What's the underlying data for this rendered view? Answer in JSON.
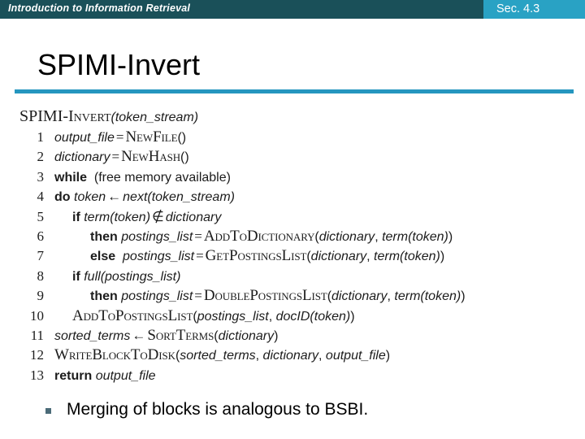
{
  "header": {
    "title": "Introduction to Information Retrieval",
    "section_label": "Sec. 4.3",
    "bar_color": "#1a5059",
    "section_color": "#29a2c4"
  },
  "slide": {
    "title": "SPIMI-Invert",
    "rule_color": "#2596bf"
  },
  "pseudocode": {
    "signature_name": "SPIMI-Invert",
    "signature_args": "(token_stream)",
    "lines": [
      {
        "num": "1",
        "indent": 1,
        "parts": [
          {
            "t": "output_file",
            "s": "var"
          },
          {
            "t": "=",
            "s": "op"
          },
          {
            "t": "NewFile",
            "s": "sc"
          },
          {
            "t": "()",
            "s": "plain"
          }
        ]
      },
      {
        "num": "2",
        "indent": 1,
        "parts": [
          {
            "t": "dictionary",
            "s": "var"
          },
          {
            "t": "=",
            "s": "op"
          },
          {
            "t": "NewHash",
            "s": "sc"
          },
          {
            "t": "()",
            "s": "plain"
          }
        ]
      },
      {
        "num": "3",
        "indent": 1,
        "parts": [
          {
            "t": "while",
            "s": "kw"
          },
          {
            "t": "  (free memory available)",
            "s": "plain"
          }
        ]
      },
      {
        "num": "4",
        "indent": 1,
        "parts": [
          {
            "t": "do",
            "s": "kw"
          },
          {
            "t": " ",
            "s": "plain"
          },
          {
            "t": "token",
            "s": "var"
          },
          {
            "t": "←",
            "s": "op"
          },
          {
            "t": "next(token_stream)",
            "s": "var"
          }
        ]
      },
      {
        "num": "5",
        "indent": 2,
        "parts": [
          {
            "t": "if",
            "s": "kw"
          },
          {
            "t": " ",
            "s": "plain"
          },
          {
            "t": "term(token)",
            "s": "var"
          },
          {
            "t": "∉",
            "s": "op"
          },
          {
            "t": "dictionary",
            "s": "var"
          }
        ]
      },
      {
        "num": "6",
        "indent": 3,
        "parts": [
          {
            "t": "then",
            "s": "kw"
          },
          {
            "t": " ",
            "s": "plain"
          },
          {
            "t": "postings_list",
            "s": "var"
          },
          {
            "t": "=",
            "s": "op"
          },
          {
            "t": "AddToDictionary",
            "s": "sc"
          },
          {
            "t": "(",
            "s": "plain"
          },
          {
            "t": "dictionary",
            "s": "var"
          },
          {
            "t": ", ",
            "s": "plain"
          },
          {
            "t": "term(token)",
            "s": "var"
          },
          {
            "t": ")",
            "s": "plain"
          }
        ]
      },
      {
        "num": "7",
        "indent": 3,
        "parts": [
          {
            "t": "else",
            "s": "kw"
          },
          {
            "t": "  ",
            "s": "plain"
          },
          {
            "t": "postings_list",
            "s": "var"
          },
          {
            "t": "=",
            "s": "op"
          },
          {
            "t": "GetPostingsList",
            "s": "sc"
          },
          {
            "t": "(",
            "s": "plain"
          },
          {
            "t": "dictionary",
            "s": "var"
          },
          {
            "t": ", ",
            "s": "plain"
          },
          {
            "t": "term(token)",
            "s": "var"
          },
          {
            "t": ")",
            "s": "plain"
          }
        ]
      },
      {
        "num": "8",
        "indent": 2,
        "parts": [
          {
            "t": "if",
            "s": "kw"
          },
          {
            "t": " ",
            "s": "plain"
          },
          {
            "t": "full(postings_list)",
            "s": "var"
          }
        ]
      },
      {
        "num": "9",
        "indent": 3,
        "parts": [
          {
            "t": "then",
            "s": "kw"
          },
          {
            "t": " ",
            "s": "plain"
          },
          {
            "t": "postings_list",
            "s": "var"
          },
          {
            "t": "=",
            "s": "op"
          },
          {
            "t": "DoublePostingsList",
            "s": "sc"
          },
          {
            "t": "(",
            "s": "plain"
          },
          {
            "t": "dictionary",
            "s": "var"
          },
          {
            "t": ", ",
            "s": "plain"
          },
          {
            "t": "term(token)",
            "s": "var"
          },
          {
            "t": ")",
            "s": "plain"
          }
        ]
      },
      {
        "num": "10",
        "indent": 2,
        "parts": [
          {
            "t": "AddToPostingsList",
            "s": "sc"
          },
          {
            "t": "(",
            "s": "plain"
          },
          {
            "t": "postings_list",
            "s": "var"
          },
          {
            "t": ", ",
            "s": "plain"
          },
          {
            "t": "docID(token)",
            "s": "var"
          },
          {
            "t": ")",
            "s": "plain"
          }
        ]
      },
      {
        "num": "11",
        "indent": 1,
        "parts": [
          {
            "t": "sorted_terms",
            "s": "var"
          },
          {
            "t": "←",
            "s": "op"
          },
          {
            "t": "SortTerms",
            "s": "sc"
          },
          {
            "t": "(",
            "s": "plain"
          },
          {
            "t": "dictionary",
            "s": "var"
          },
          {
            "t": ")",
            "s": "plain"
          }
        ]
      },
      {
        "num": "12",
        "indent": 1,
        "parts": [
          {
            "t": "WriteBlockToDisk",
            "s": "sc"
          },
          {
            "t": "(",
            "s": "plain"
          },
          {
            "t": "sorted_terms",
            "s": "var"
          },
          {
            "t": ", ",
            "s": "plain"
          },
          {
            "t": "dictionary",
            "s": "var"
          },
          {
            "t": ", ",
            "s": "plain"
          },
          {
            "t": "output_file",
            "s": "var"
          },
          {
            "t": ")",
            "s": "plain"
          }
        ]
      },
      {
        "num": "13",
        "indent": 1,
        "parts": [
          {
            "t": "return",
            "s": "kw"
          },
          {
            "t": " ",
            "s": "plain"
          },
          {
            "t": "output_file",
            "s": "var"
          }
        ]
      }
    ]
  },
  "body": {
    "bullets": [
      {
        "marker": "square-bullet",
        "text": "Merging of blocks is analogous to BSBI.",
        "marker_color": "#4b6b78"
      }
    ]
  }
}
